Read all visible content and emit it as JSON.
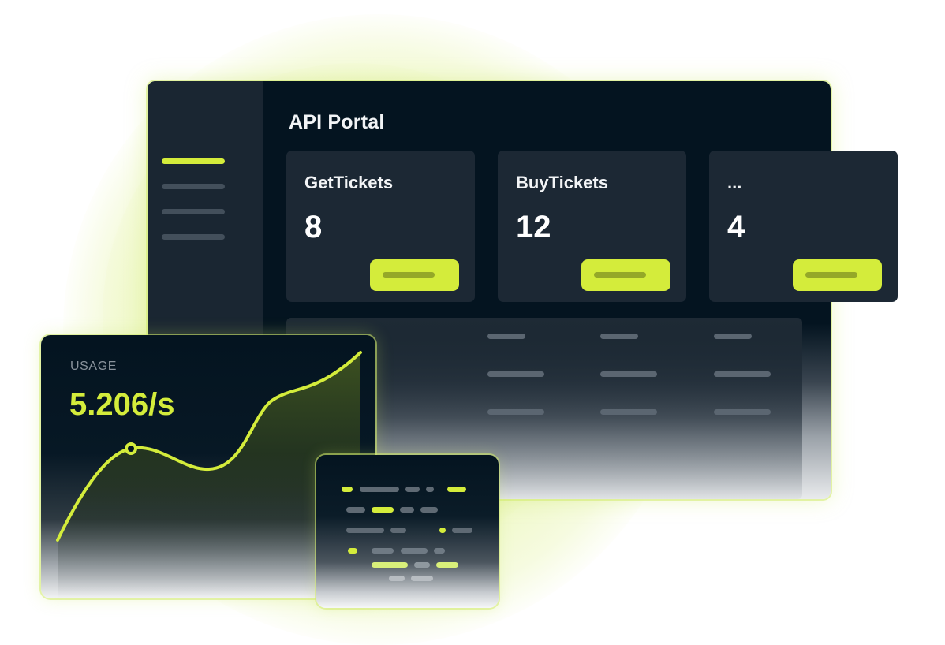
{
  "portal": {
    "title": "API Portal",
    "cards": [
      {
        "name": "GetTickets",
        "count": "8"
      },
      {
        "name": "BuyTickets",
        "count": "12"
      },
      {
        "name": "...",
        "count": "4"
      }
    ]
  },
  "usage": {
    "label": "USAGE",
    "value": "5.206/s"
  },
  "colors": {
    "accent": "#d4ec3b",
    "panel_bg": "#041420",
    "card_bg": "#1c2834",
    "muted": "#5b6671"
  }
}
